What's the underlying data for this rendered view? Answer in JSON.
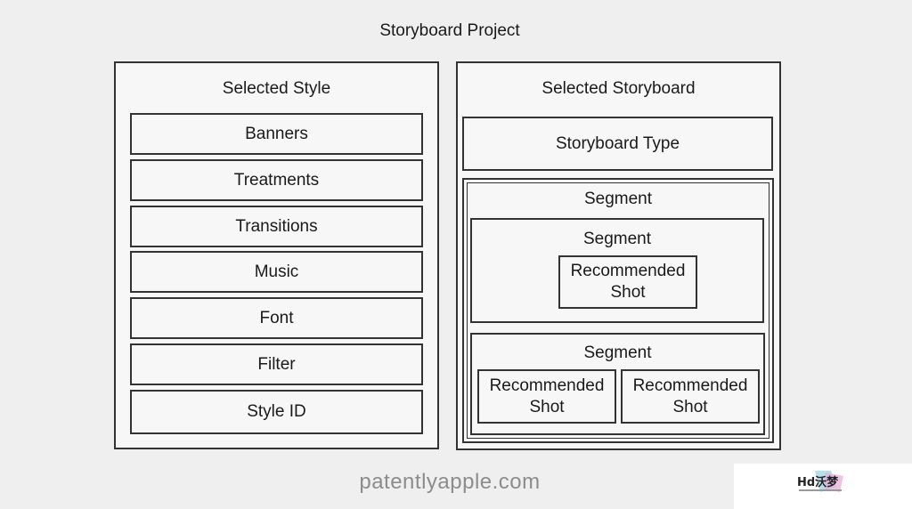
{
  "project": {
    "title": "Storyboard Project"
  },
  "style_panel": {
    "title": "Selected Style",
    "items": [
      "Banners",
      "Treatments",
      "Transitions",
      "Music",
      "Font",
      "Filter",
      "Style ID"
    ]
  },
  "storyboard_panel": {
    "title": "Selected Storyboard",
    "type_label": "Storyboard Type",
    "outer_segment_label": "Segment",
    "segment_1": {
      "label": "Segment",
      "shot": "Recommended Shot"
    },
    "segment_2": {
      "label": "Segment",
      "shots": [
        "Recommended Shot",
        "Recommended Shot"
      ]
    }
  },
  "watermark": "patentlyapple.com",
  "logo_text": "Hd沃梦"
}
